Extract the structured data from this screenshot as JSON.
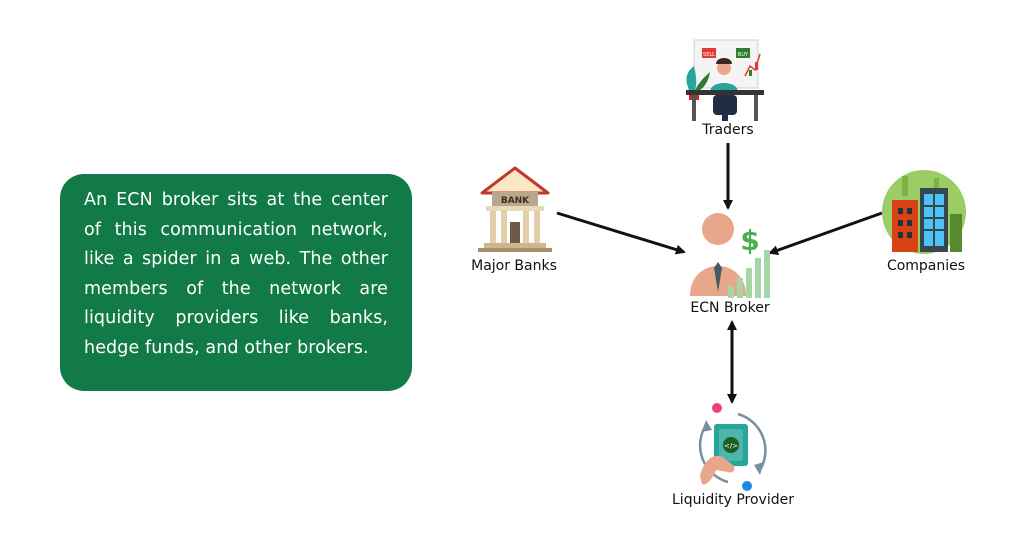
{
  "description_box": {
    "text": "An ECN broker sits at the center of this communication network, like a spider in a web. The other members of the network are liquidity providers like banks, hedge funds, and other brokers."
  },
  "nodes": {
    "traders": {
      "label": "Traders",
      "icon": "trader-desk-icon"
    },
    "major_banks": {
      "label": "Major Banks",
      "icon": "bank-building-icon",
      "sign": "BANK"
    },
    "companies": {
      "label": "Companies",
      "icon": "company-buildings-icon"
    },
    "ecn_broker": {
      "label": "ECN Broker",
      "icon": "broker-person-icon"
    },
    "liquidity_provider": {
      "label": "Liquidity Provider",
      "icon": "liquidity-cycle-icon"
    }
  },
  "screen_buttons": {
    "sell": "SELL",
    "buy": "BUY"
  },
  "colors": {
    "box_green": "#127a47",
    "arrow": "#111111",
    "bank_roof": "#c0392b",
    "broker_skin": "#e8a78a",
    "dollar_green": "#4caf50"
  }
}
